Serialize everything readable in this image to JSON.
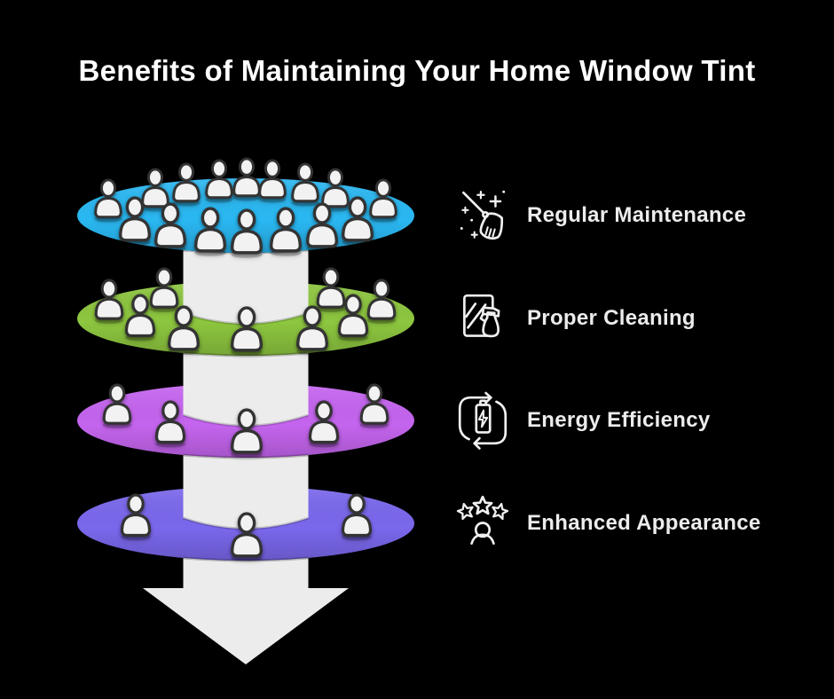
{
  "page": {
    "background": "#000000"
  },
  "title": "Benefits of Maintaining Your Home Window Tint",
  "benefits": {
    "items": [
      {
        "label": "Regular Maintenance",
        "icon": "broom-sparkles-icon"
      },
      {
        "label": "Proper Cleaning",
        "icon": "window-spray-icon"
      },
      {
        "label": "Energy Efficiency",
        "icon": "battery-cycle-icon"
      },
      {
        "label": "Enhanced Appearance",
        "icon": "stars-person-icon"
      }
    ]
  },
  "funnel": {
    "arrow_color": "#ececec",
    "people_fill": "#f2f2f2",
    "people_outline": "#333333",
    "levels": [
      {
        "name": "regular-maintenance",
        "color": "#2ab8f2",
        "people_count": 16,
        "people": [
          [
            122,
            202,
            0.92
          ],
          [
            175,
            190,
            0.92
          ],
          [
            210,
            184,
            0.92
          ],
          [
            247,
            180,
            0.92
          ],
          [
            278,
            178,
            0.92
          ],
          [
            307,
            180,
            0.92
          ],
          [
            344,
            184,
            0.92
          ],
          [
            378,
            190,
            0.92
          ],
          [
            432,
            202,
            0.92
          ],
          [
            152,
            222,
            1.05
          ],
          [
            192,
            229,
            1.05
          ],
          [
            237,
            234,
            1.05
          ],
          [
            278,
            236,
            1.05
          ],
          [
            322,
            234,
            1.05
          ],
          [
            363,
            229,
            1.05
          ],
          [
            403,
            222,
            1.05
          ]
        ]
      },
      {
        "name": "proper-cleaning",
        "color": "#8dc63f",
        "people_count": 9,
        "people": [
          [
            123,
            315,
            0.95
          ],
          [
            185,
            302,
            0.95
          ],
          [
            373,
            302,
            0.95
          ],
          [
            430,
            315,
            0.95
          ],
          [
            158,
            332,
            1.0
          ],
          [
            207,
            345,
            1.05
          ],
          [
            278,
            346,
            1.05
          ],
          [
            352,
            345,
            1.05
          ],
          [
            398,
            332,
            1.0
          ]
        ]
      },
      {
        "name": "energy-efficiency",
        "color": "#c565ef",
        "people_count": 5,
        "people": [
          [
            132,
            433,
            0.95
          ],
          [
            422,
            433,
            0.95
          ],
          [
            192,
            452,
            1.0
          ],
          [
            365,
            452,
            1.0
          ],
          [
            278,
            461,
            1.05
          ]
        ]
      },
      {
        "name": "enhanced-appearance",
        "color": "#7a68ec",
        "people_count": 3,
        "people": [
          [
            153,
            557,
            1.0
          ],
          [
            402,
            557,
            1.0
          ],
          [
            278,
            578,
            1.05
          ]
        ]
      }
    ]
  }
}
